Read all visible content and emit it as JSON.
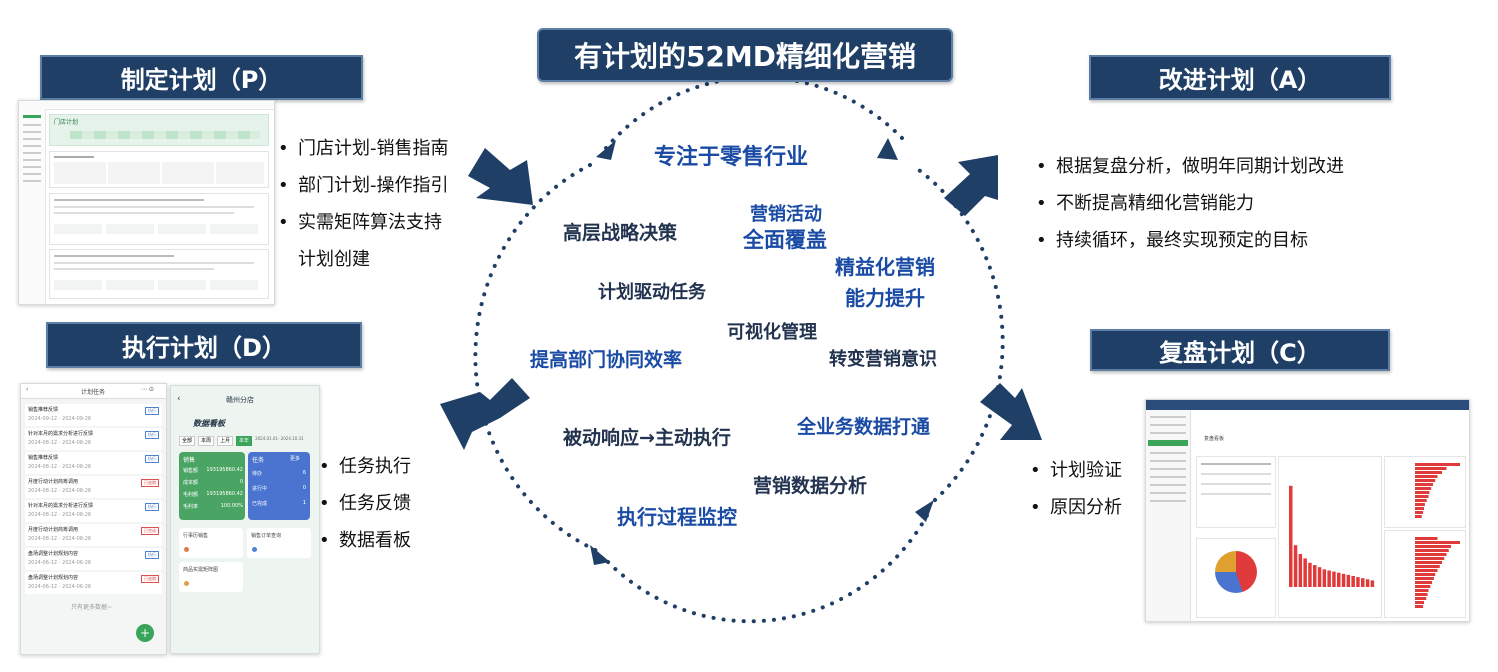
{
  "title": "有计划的52MD精细化营销",
  "phases": {
    "plan": {
      "label": "制定计划（P）",
      "bullets": [
        "门店计划-销售指南",
        "部门计划-操作指引",
        "实需矩阵算法支持",
        "计划创建"
      ]
    },
    "act": {
      "label": "改进计划（A）",
      "bullets": [
        "根据复盘分析，做明年同期计划改进",
        "不断提高精细化营销能力",
        "持续循环，最终实现预定的目标"
      ]
    },
    "do": {
      "label": "执行计划（D）",
      "bullets": [
        "任务执行",
        "任务反馈",
        "数据看板"
      ]
    },
    "check": {
      "label": "复盘计划（C）",
      "bullets": [
        "计划验证",
        "原因分析"
      ]
    }
  },
  "center_keywords": [
    "专注于零售行业",
    "高层战略决策",
    "营销活动",
    "全面覆盖",
    "精益化营销",
    "能力提升",
    "计划驱动任务",
    "可视化管理",
    "提高部门协同效率",
    "转变营销意识",
    "全业务数据打通",
    "被动响应→主动执行",
    "营销数据分析",
    "执行过程监控"
  ],
  "mobile_tasks": {
    "header": "计划任务",
    "items": [
      {
        "title": "销售推荐反馈",
        "date": "2024-09-12 - 2024-09-26",
        "tag": "执行"
      },
      {
        "title": "针对本月的需求分析进行反馈",
        "date": "2024-08-12 - 2024-08-26",
        "tag": "执行"
      },
      {
        "title": "销售推荐反馈",
        "date": "2024-08-12 - 2024-08-26",
        "tag": "执行"
      },
      {
        "title": "月度行动计划商筹调用",
        "date": "2024-08-12 - 2024-08-26",
        "tag": "已逾期"
      },
      {
        "title": "针对本月的需求分析进行反馈",
        "date": "2024-08-12 - 2024-08-26",
        "tag": "执行"
      },
      {
        "title": "月度行动计划商筹调用",
        "date": "2024-08-12 - 2024-08-26",
        "tag": "已完成"
      },
      {
        "title": "盘场调整计划规划内容",
        "date": "2024-06-12 - 2024-06-26",
        "tag": "执行"
      },
      {
        "title": "盘场调整计划规划内容",
        "date": "2024-06-12 - 2024-06-26",
        "tag": "已逾期"
      }
    ],
    "more": "只有更多数据~"
  },
  "mobile_board": {
    "store": "赣州分店",
    "board_title": "数据看板",
    "tabs": [
      "全部",
      "本周",
      "上月",
      "本年"
    ],
    "date_range": "2024.01.01- 2024.10.31",
    "sales_card": {
      "title": "销售",
      "rows": [
        [
          "销售额",
          "193195860.42"
        ],
        [
          "成本额",
          "0"
        ],
        [
          "毛利额",
          "193195860.42"
        ],
        [
          "毛利率",
          "100.00%"
        ]
      ]
    },
    "task_card": {
      "title": "任务",
      "more": "更多",
      "rows": [
        [
          "待办",
          "6"
        ],
        [
          "进行中",
          "0"
        ],
        [
          "已完成",
          "1"
        ]
      ]
    },
    "tiles": [
      "行事历销售",
      "销售订单查询",
      "商品实需矩阵图"
    ]
  },
  "plan_shot": {
    "header": "门店计划"
  },
  "check_shot": {
    "header": "复盘看板"
  },
  "colors": {
    "banner": "#1f3f66",
    "keyword_blue": "#1a4ba5",
    "keyword_navy": "#22334f",
    "arrow": "#1f3f66",
    "app_green": "#3aa55a",
    "chart_red": "#e13a3a"
  }
}
